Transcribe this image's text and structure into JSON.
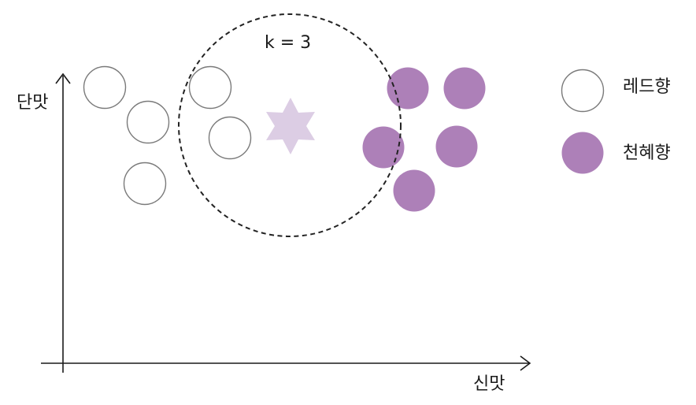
{
  "diagram": {
    "axes": {
      "y_label": "단맛",
      "x_label": "신맛"
    },
    "neighborhood": {
      "label": "k = 3"
    },
    "legend": {
      "items": [
        {
          "label": "레드향",
          "class": "open"
        },
        {
          "label": "천혜향",
          "class": "filled"
        }
      ]
    },
    "colors": {
      "filled_class": "#ad80b8",
      "open_class_stroke": "#7a7a7a",
      "query_point": "#dccde4",
      "axis": "#1a1a1a"
    },
    "icons": {
      "query_point": "star-icon"
    }
  }
}
